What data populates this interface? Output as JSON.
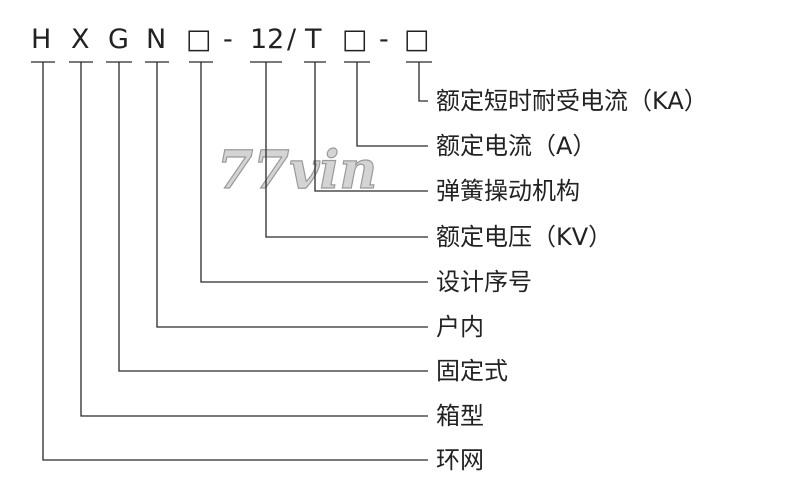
{
  "code": {
    "chars": [
      "H",
      "X",
      "G",
      "N",
      "□",
      "-",
      "12",
      "/",
      "T",
      "□",
      "-",
      "□"
    ]
  },
  "descriptions": [
    "额定短时耐受电流（KA）",
    "额定电流（A）",
    "弹簧操动机构",
    "额定电压（KV）",
    "设计序号",
    "户内",
    "固定式",
    "箱型",
    "环网"
  ],
  "watermark": "77vin",
  "colors": {
    "ink": "#222222",
    "watermark": "#d4d4d4"
  }
}
